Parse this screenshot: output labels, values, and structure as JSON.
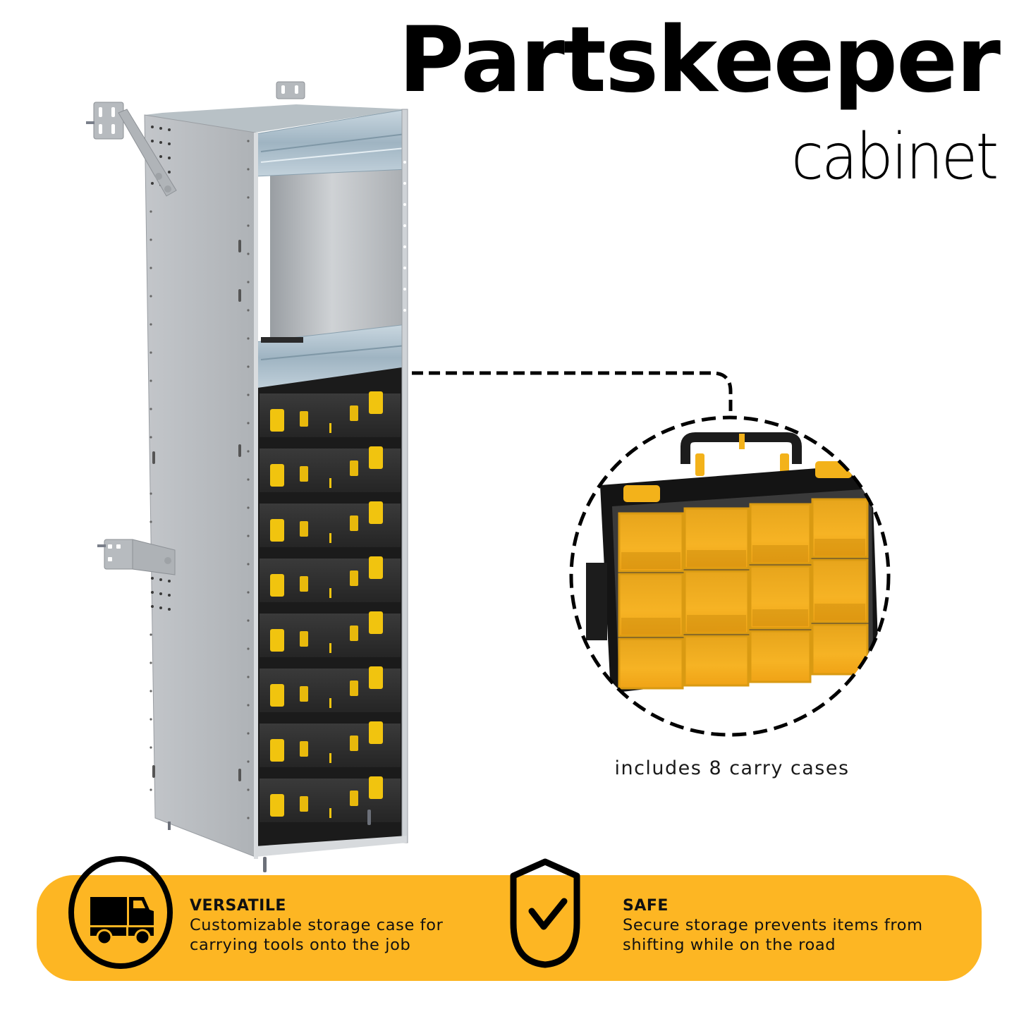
{
  "header": {
    "title": "Partskeeper",
    "subtitle": "cabinet"
  },
  "product": {
    "image_label": "Partskeeper cabinet with drawers",
    "drawer_count": 8,
    "closeup_label": "carry case close-up",
    "caption": "includes 8 carry cases"
  },
  "features": [
    {
      "icon": "truck-icon",
      "title": "VERSATILE",
      "description_line1": "Customizable storage case for",
      "description_line2": "carrying tools onto the job"
    },
    {
      "icon": "shield-check-icon",
      "title": "SAFE",
      "description_line1": "Secure storage prevents items from",
      "description_line2": "shifting while on the road"
    }
  ],
  "colors": {
    "accent_yellow": "#fdb623",
    "text": "#000000",
    "case_orange": "#f2a818",
    "cabinet_steel": "#b9bcc0"
  }
}
